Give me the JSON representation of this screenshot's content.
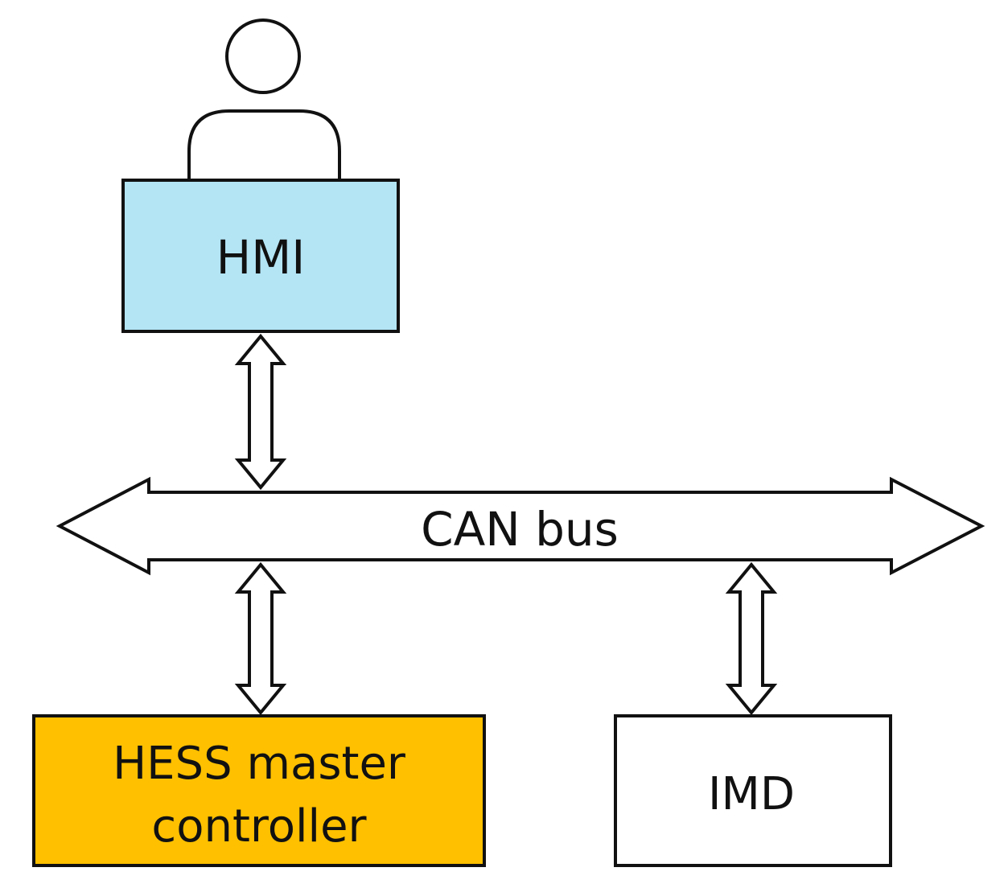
{
  "diagram": {
    "user": {
      "icon": "person-icon"
    },
    "hmi": {
      "label": "HMI",
      "fill": "#b3e5f5"
    },
    "can_bus": {
      "label": "CAN bus"
    },
    "hess": {
      "line1": "HESS master",
      "line2": "controller",
      "fill": "#ffc000"
    },
    "imd": {
      "label": "IMD",
      "fill": "#ffffff"
    },
    "colors": {
      "stroke": "#111111",
      "text": "#111111"
    }
  }
}
